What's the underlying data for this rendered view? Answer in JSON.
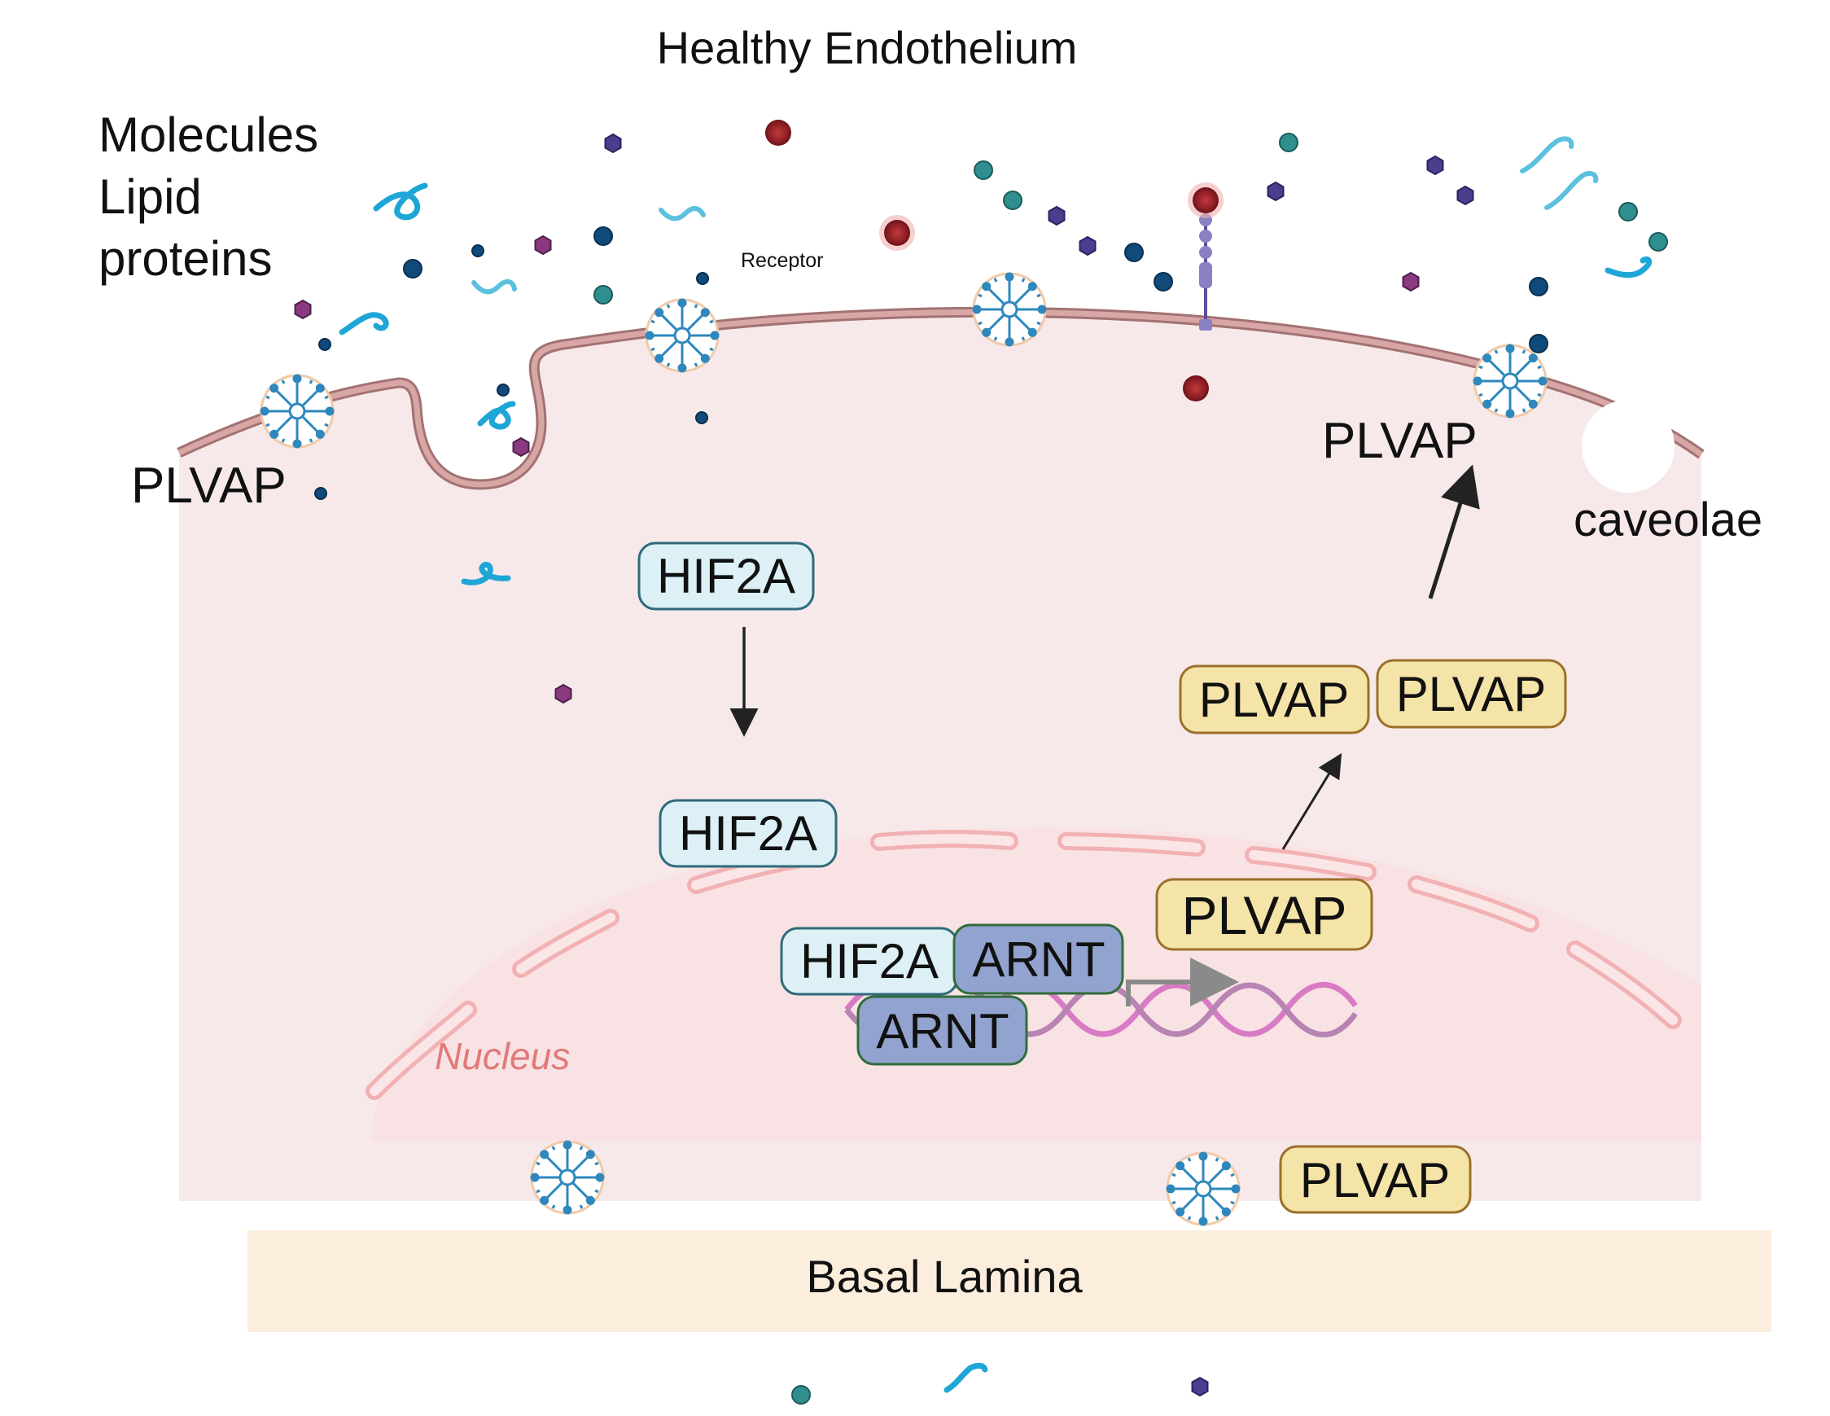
{
  "title": "Healthy Endothelium",
  "legend_lines": [
    "Molecules",
    "Lipid",
    "proteins"
  ],
  "labels": {
    "receptor": "Receptor",
    "plvap_left": "PLVAP",
    "plvap_top_right": "PLVAP",
    "caveolae": "caveolae",
    "nucleus": "Nucleus",
    "basal_lamina": "Basal Lamina"
  },
  "boxes": {
    "hif2a_cytoplasm": "HIF2A",
    "hif2a_nuclear": "HIF2A",
    "hif2a_complex": "HIF2A",
    "arnt_top": "ARNT",
    "arnt_bottom": "ARNT",
    "plvap_nucleus": "PLVAP",
    "plvap_pair_left": "PLVAP",
    "plvap_pair_right": "PLVAP",
    "plvap_bottom": "PLVAP"
  },
  "colors": {
    "cell_fill": "#f7e9ea",
    "nucleus_fill": "#f9e2e4",
    "membrane": "#c99393",
    "basal_lamina": "#fbeedd",
    "hif2a_fill": "#dcf0f6",
    "hif2a_stroke": "#2e6a7a",
    "arnt_fill": "#93a3cf",
    "arnt_stroke": "#2f6e3a",
    "plvap_fill": "#f5e4a8",
    "plvap_stroke": "#9c6f2a",
    "nucleus_text": "#e07a7a",
    "dna_strand_a": "#d87bc4",
    "dna_strand_b": "#b884b3",
    "vesicle": "#2f88bd",
    "dark_blue_molecule": "#0f4a7a",
    "teal_molecule": "#2f8f8f",
    "red_molecule": "#a0242a",
    "purple_molecule": "#4a3f8f",
    "magenta_molecule": "#8a3a80",
    "squiggle": "#1ea6d6"
  },
  "icons": [
    "vesicle-icon",
    "receptor-icon",
    "dna-helix-icon",
    "caveolae-icon",
    "molecule-icon"
  ]
}
